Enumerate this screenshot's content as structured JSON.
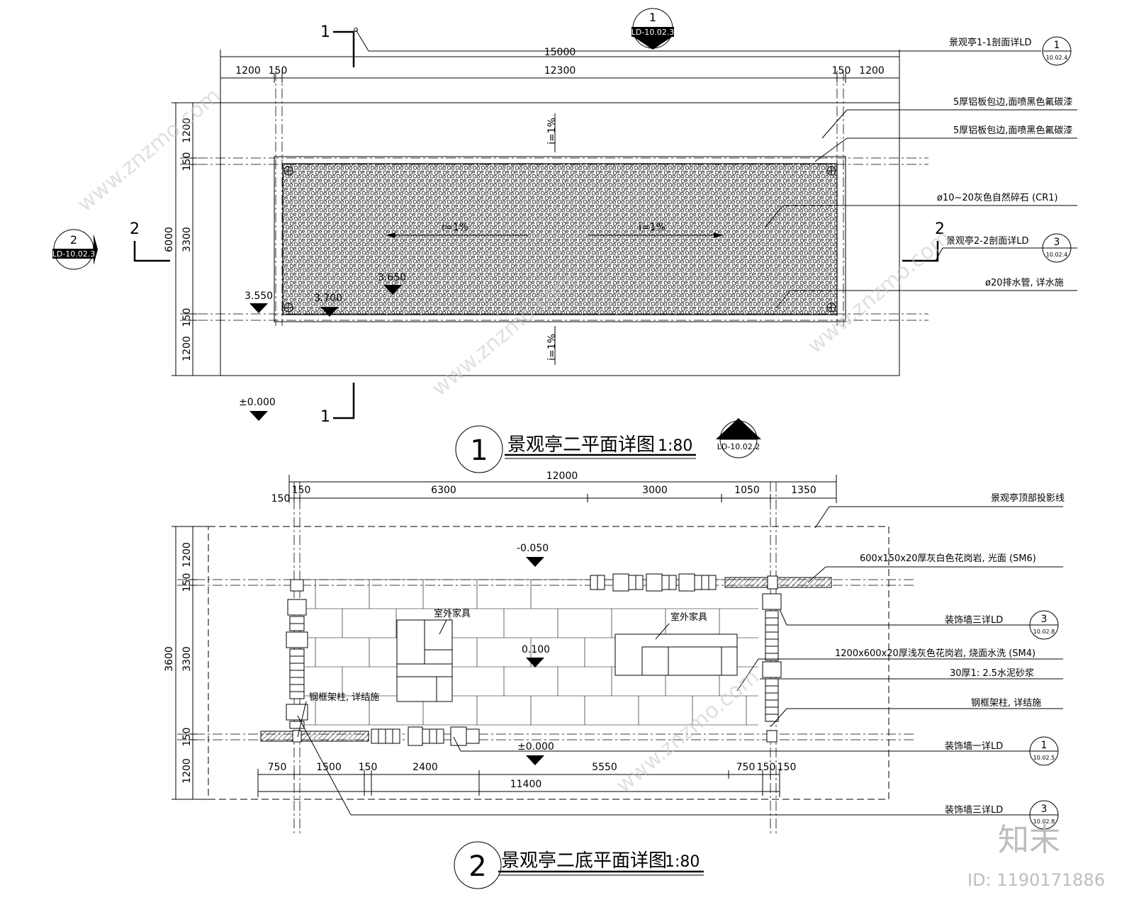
{
  "plan1": {
    "title": "景观亭二平面详图",
    "scale": "1:80",
    "circle_no": "1",
    "dims_top_total": "15000",
    "dims_top": [
      "1200",
      "150",
      "12300",
      "150",
      "1200"
    ],
    "dims_left_total": "6000",
    "dims_left": [
      "1200",
      "150",
      "3300",
      "150",
      "1200"
    ],
    "slopes": [
      "i=1%",
      "i=1%",
      "i=1%",
      "i=1%"
    ],
    "elevations": [
      "3.550",
      "3.700",
      "3.650",
      "±0.000"
    ],
    "section_marks": [
      "1",
      "1",
      "2",
      "2"
    ],
    "callout_top": {
      "num": "1",
      "ref": "LD-10.02.3"
    },
    "callout_left": {
      "num": "2",
      "ref": "LD-10.02.3"
    },
    "notes": [
      {
        "text": "景观亭1-1剖面详LD",
        "num": "1",
        "ref": "10.02.4"
      },
      {
        "text": "5厚铝板包边,面喷黑色氟碳漆"
      },
      {
        "text": "5厚铝板包边,面喷黑色氟碳漆"
      },
      {
        "text": "ø10~20灰色自然碎石 (CR1)"
      },
      {
        "text": "景观亭2-2剖面详LD",
        "num": "3",
        "ref": "10.02.4"
      },
      {
        "text": "ø20排水管, 详水施"
      }
    ]
  },
  "plan2": {
    "title": "景观亭二底平面详图",
    "scale": "1:80",
    "circle_no": "2",
    "callout_top": {
      "num": "2",
      "ref": "LD-10.02.2"
    },
    "dims_top_total": "12000",
    "dims_top": [
      "150",
      "150",
      "6300",
      "3000",
      "1050",
      "1350"
    ],
    "dims_left_total": "3600",
    "dims_left": [
      "1200",
      "150",
      "3300",
      "150",
      "1200"
    ],
    "dims_bottom": [
      "750",
      "1500",
      "150",
      "2400",
      "5550",
      "750",
      "150",
      "150"
    ],
    "dims_bottom_total": "11400",
    "elevations": [
      "-0.050",
      "0.100",
      "±0.000"
    ],
    "furniture_labels": [
      "室外家具",
      "室外家具"
    ],
    "column_label": "钢框架柱, 详结施",
    "notes": [
      {
        "text": "景观亭顶部投影线"
      },
      {
        "text": "600x150x20厚灰白色花岗岩, 光面 (SM6)"
      },
      {
        "text": "装饰墙三详LD",
        "num": "3",
        "ref": "10.02.8"
      },
      {
        "text": "1200x600x20厚浅灰色花岗岩, 烧面水洗 (SM4)"
      },
      {
        "text": "30厚1: 2.5水泥砂浆"
      },
      {
        "text": "钢框架柱, 详结施"
      },
      {
        "text": "装饰墙一详LD",
        "num": "1",
        "ref": "10.02.5"
      },
      {
        "text": "装饰墙三详LD",
        "num": "3",
        "ref": "10.02.8"
      }
    ]
  },
  "watermark": {
    "logo": "知末",
    "id": "ID: 1190171886",
    "site": "www.znzmo.com"
  }
}
